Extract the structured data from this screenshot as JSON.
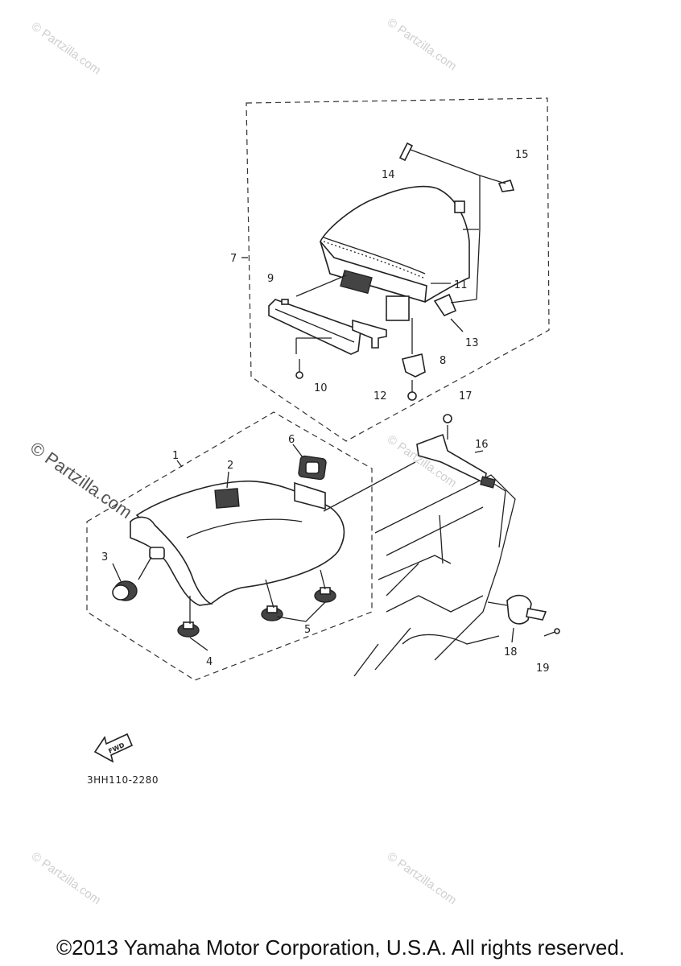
{
  "watermarks": {
    "text": "© Partzilla.com",
    "prominent_text": "© Partzilla.com"
  },
  "callouts": {
    "p1": "1",
    "p2": "2",
    "p3": "3",
    "p4": "4",
    "p5": "5",
    "p6": "6",
    "p7": "7",
    "p8": "8",
    "p9": "9",
    "p10": "10",
    "p11": "11",
    "p12": "12",
    "p13": "13",
    "p14": "14",
    "p15": "15",
    "p16": "16",
    "p17": "17",
    "p18": "18",
    "p19": "19"
  },
  "fwd_label": "FWD",
  "reference_code": "3HH110-2280",
  "footer": "©2013 Yamaha Motor Corporation, U.S.A. All rights reserved."
}
